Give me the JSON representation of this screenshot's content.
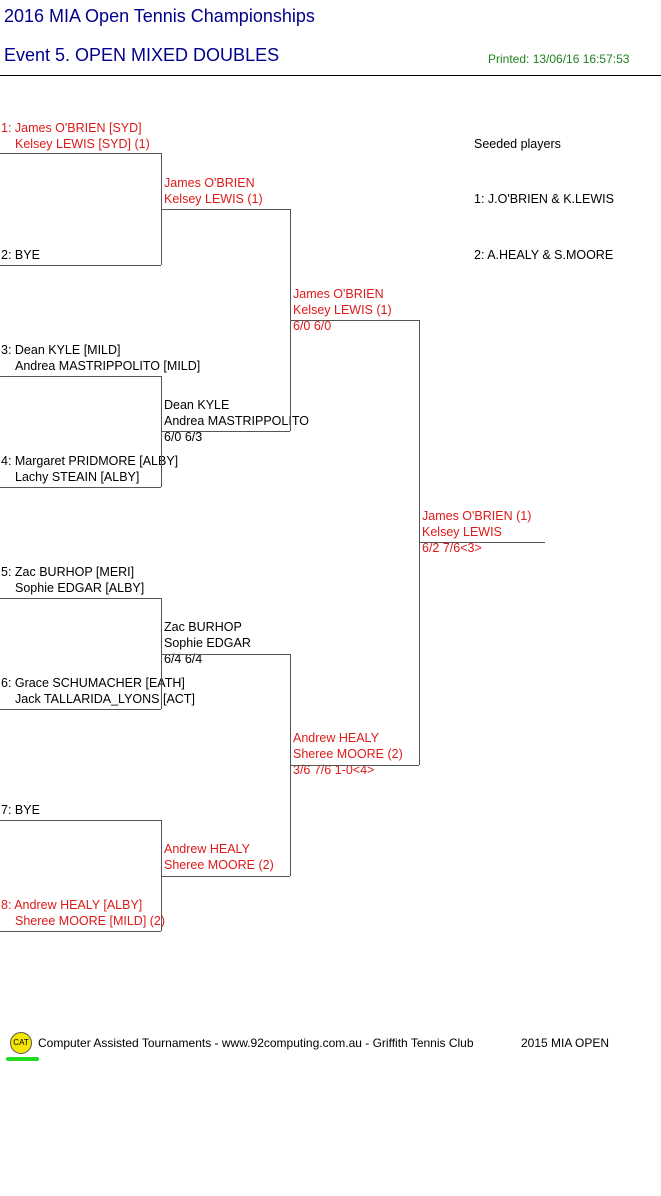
{
  "header": {
    "title": "2016 MIA Open Tennis Championships",
    "event": "Event 5. OPEN MIXED DOUBLES",
    "printed": "Printed: 13/06/16 16:57:53"
  },
  "round1": [
    {
      "l1": "1: James O'BRIEN [SYD]",
      "l2": "Kelsey LEWIS [SYD] (1)"
    },
    {
      "l1": "2: BYE",
      "l2": ""
    },
    {
      "l1": "3: Dean KYLE [MILD]",
      "l2": "Andrea MASTRIPPOLITO [MILD]"
    },
    {
      "l1": "4: Margaret PRIDMORE [ALBY]",
      "l2": "Lachy STEAIN [ALBY]"
    },
    {
      "l1": "5: Zac BURHOP [MERI]",
      "l2": "Sophie EDGAR [ALBY]"
    },
    {
      "l1": "6: Grace SCHUMACHER [EATH]",
      "l2": "Jack TALLARIDA_LYONS [ACT]"
    },
    {
      "l1": "7: BYE",
      "l2": ""
    },
    {
      "l1": "8: Andrew HEALY [ALBY]",
      "l2": "Sheree MOORE [MILD] (2)"
    }
  ],
  "round2": [
    {
      "l1": "James O'BRIEN",
      "l2": "Kelsey LEWIS (1)",
      "score": ""
    },
    {
      "l1": "Dean KYLE",
      "l2": "Andrea MASTRIPPOLITO",
      "score": "6/0 6/3"
    },
    {
      "l1": "Zac BURHOP",
      "l2": "Sophie EDGAR",
      "score": "6/4 6/4"
    },
    {
      "l1": "Andrew HEALY",
      "l2": "Sheree MOORE (2)",
      "score": ""
    }
  ],
  "semis": [
    {
      "l1": "James O'BRIEN",
      "l2": "Kelsey LEWIS (1)",
      "score": "6/0 6/0"
    },
    {
      "l1": "Andrew HEALY",
      "l2": "Sheree MOORE (2)",
      "score": "3/6 7/6 1-0<4>"
    }
  ],
  "final": {
    "l1": "James O'BRIEN (1)",
    "l2": "Kelsey LEWIS",
    "score": "6/2 7/6<3>"
  },
  "seeds": {
    "heading": "Seeded players",
    "items": [
      "1: J.O'BRIEN & K.LEWIS",
      "2: A.HEALY & S.MOORE"
    ]
  },
  "footer": {
    "logo": "CAT",
    "text": "Computer Assisted Tournaments - www.92computing.com.au -  Griffith Tennis Club",
    "event": "2015 MIA OPEN"
  },
  "colors": {
    "winner": "#dd1a1a",
    "title": "#00008b",
    "printed": "#208020"
  }
}
